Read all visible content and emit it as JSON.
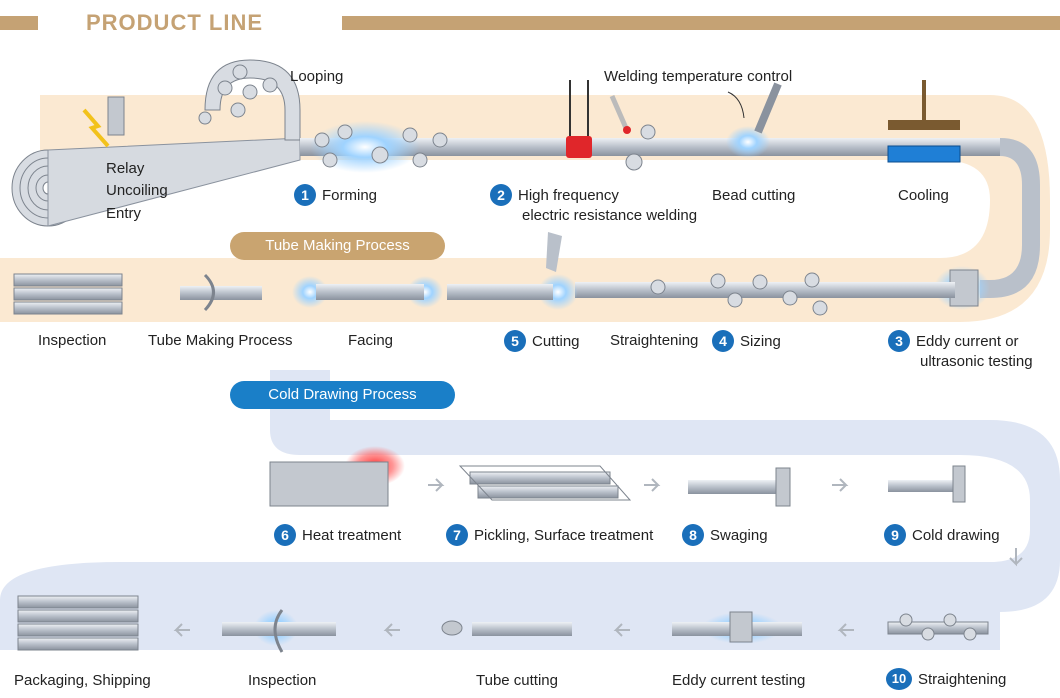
{
  "header": {
    "title": "PRODUCT LINE"
  },
  "sections": {
    "tube_making": "Tube Making Process",
    "cold_drawing": "Cold Drawing Process"
  },
  "callouts": {
    "looping": "Looping",
    "welding_temp": "Welding temperature control",
    "relay": "Relay",
    "uncoiling": "Uncoiling",
    "entry": "Entry"
  },
  "steps": {
    "forming": {
      "num": "1",
      "label": "Forming"
    },
    "hf_welding": {
      "num": "2",
      "label1": "High frequency",
      "label2": "electric resistance welding"
    },
    "bead_cutting": {
      "label": "Bead cutting"
    },
    "cooling": {
      "label": "Cooling"
    },
    "eddy": {
      "num": "3",
      "label1": "Eddy current or",
      "label2": "ultrasonic testing"
    },
    "sizing": {
      "num": "4",
      "label": "Sizing"
    },
    "straightening_tm": {
      "label": "Straightening"
    },
    "cutting": {
      "num": "5",
      "label": "Cutting"
    },
    "facing": {
      "label": "Facing"
    },
    "tube_making_proc": {
      "label": "Tube Making Process"
    },
    "inspection_tm": {
      "label": "Inspection"
    },
    "heat": {
      "num": "6",
      "label": "Heat treatment"
    },
    "pickling": {
      "num": "7",
      "label": "Pickling, Surface treatment"
    },
    "swaging": {
      "num": "8",
      "label": "Swaging"
    },
    "cold_drawing": {
      "num": "9",
      "label": "Cold drawing"
    },
    "straightening_cd": {
      "num": "10",
      "label": "Straightening"
    },
    "eddy_testing": {
      "label": "Eddy current testing"
    },
    "tube_cutting": {
      "label": "Tube cutting"
    },
    "inspection_cd": {
      "label": "Inspection"
    },
    "packaging": {
      "label": "Packaging, Shipping"
    }
  },
  "colors": {
    "tan": "#c5a274",
    "tan_band": "#fbe9d2",
    "blue_band": "#dfe6f4",
    "blue": "#1a6fba",
    "pipe": "#c9ced6"
  }
}
